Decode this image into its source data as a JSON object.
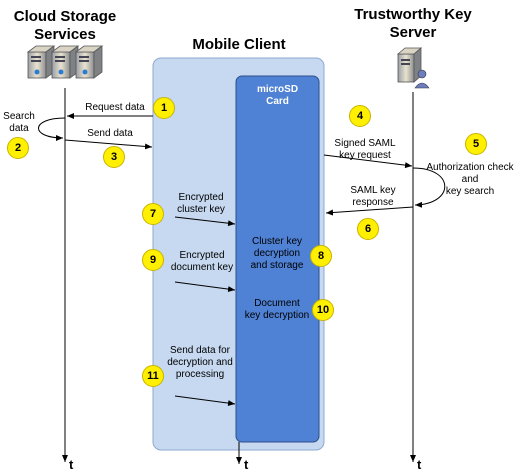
{
  "participants": {
    "cloud": {
      "title_line1": "Cloud Storage",
      "title_line2": "Services"
    },
    "client": {
      "title": "Mobile Client"
    },
    "server": {
      "title_line1": "Trustworthy Key",
      "title_line2": "Server"
    },
    "card": {
      "title_line1": "microSD",
      "title_line2": "Card"
    }
  },
  "steps": [
    {
      "num": "1",
      "label": "Request data"
    },
    {
      "num": "2",
      "label_line1": "Search",
      "label_line2": "data"
    },
    {
      "num": "3",
      "label": "Send data"
    },
    {
      "num": "4",
      "label_line1": "Signed SAML",
      "label_line2": "key request"
    },
    {
      "num": "5",
      "label_line1": "Authorization check",
      "label_line2": "and",
      "label_line3": "key search"
    },
    {
      "num": "6",
      "label_line1": "SAML key",
      "label_line2": "response"
    },
    {
      "num": "7",
      "label_line1": "Encrypted",
      "label_line2": "cluster key"
    },
    {
      "num": "8",
      "label_line1": "Cluster key",
      "label_line2": "decryption",
      "label_line3": "and storage"
    },
    {
      "num": "9",
      "label_line1": "Encrypted",
      "label_line2": "document key"
    },
    {
      "num": "10",
      "label_line1": "Document",
      "label_line2": "key decryption"
    },
    {
      "num": "11",
      "label_line1": "Send data for",
      "label_line2": "decryption and",
      "label_line3": "processing"
    }
  ],
  "time_axis": {
    "label": "t"
  },
  "colors": {
    "client_box": "#c6d9f1",
    "card_box": "#4f81d4",
    "badge": "#ffef00"
  }
}
